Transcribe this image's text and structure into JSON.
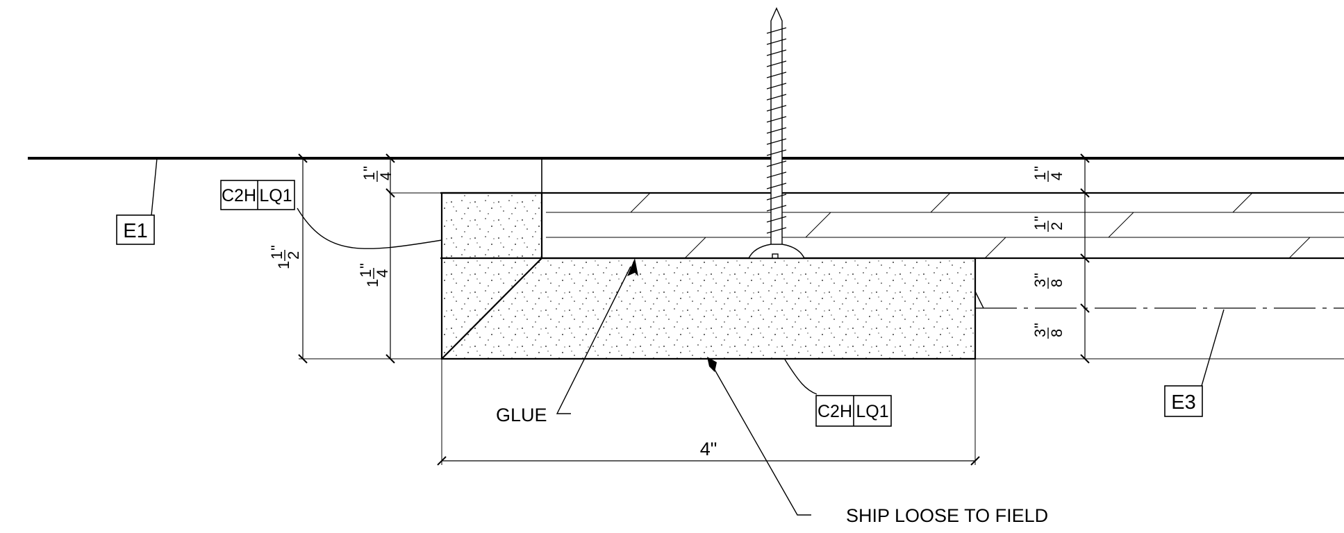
{
  "drawing": {
    "notes": {
      "glue": "GLUE",
      "ship_loose": "SHIP LOOSE TO FIELD"
    },
    "tags": {
      "finish_code": "C2H",
      "material_code": "LQ1",
      "elevation_e1": "E1",
      "elevation_e3": "E3"
    },
    "dimensions": {
      "width": "4\"",
      "left_total": {
        "whole": "1",
        "num": "1",
        "den": "2",
        "inch": "\""
      },
      "left_inner": {
        "whole": "1",
        "num": "1",
        "den": "4",
        "inch": "\""
      },
      "left_top": {
        "num": "1",
        "den": "4",
        "inch": "\""
      },
      "right_top": {
        "num": "1",
        "den": "4",
        "inch": "\""
      },
      "right_mid": {
        "num": "1",
        "den": "2",
        "inch": "\""
      },
      "right_lower_a": {
        "num": "3",
        "den": "8",
        "inch": "\""
      },
      "right_lower_b": {
        "num": "3",
        "den": "8",
        "inch": "\""
      }
    }
  }
}
